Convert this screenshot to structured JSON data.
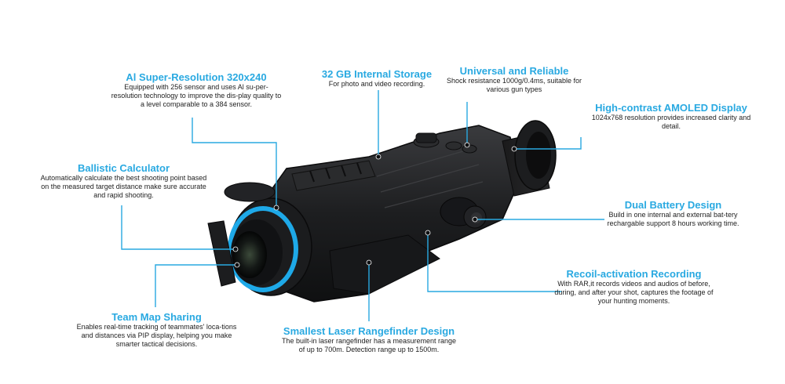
{
  "features": [
    {
      "id": "ai_super_resolution",
      "title": "Al Super-Resolution 320x240",
      "desc": "Equipped with 256 sensor and uses Al su-per-resolution technology to improve the dis-play quality to a level comparable to a 384 sensor."
    },
    {
      "id": "internal_storage",
      "title": "32 GB Internal Storage",
      "desc": "For photo and video recording."
    },
    {
      "id": "universal_reliable",
      "title": "Universal and Reliable",
      "desc": "Shock resistance 1000g/0.4ms, suitable for various gun types"
    },
    {
      "id": "amoled_display",
      "title": "High-contrast AMOLED Display",
      "desc": "1024x768 resolution provides increased clarity and detail."
    },
    {
      "id": "ballistic_calculator",
      "title": "Ballistic Calculator",
      "desc": "Automatically calculate the best shooting point based on the measured target distance make sure accurate and rapid shooting."
    },
    {
      "id": "dual_battery",
      "title": "Dual Battery Design",
      "desc": "Build in one internal and external bat-tery rechargable support 8 hours working time."
    },
    {
      "id": "recoil_recording",
      "title": "Recoil-activation Recording",
      "desc": "With RAR,it records videos and audios of before, during, and after your shot, captures the footage of your hunting moments."
    },
    {
      "id": "team_map",
      "title": "Team Map Sharing",
      "desc": "Enables real-time tracking of teammates' loca-tions and distances via PIP display, helping you make smarter tactical decisions."
    },
    {
      "id": "laser_rangefinder",
      "title": "Smallest Laser Rangefinder Design",
      "desc": "The built-in laser rangefinder has a measurement range of up to 700m. Detection range up to 1500m."
    }
  ],
  "colors": {
    "accent": "#29a9e1",
    "body": "#1e1f21",
    "ring": "#1ea9e8"
  }
}
